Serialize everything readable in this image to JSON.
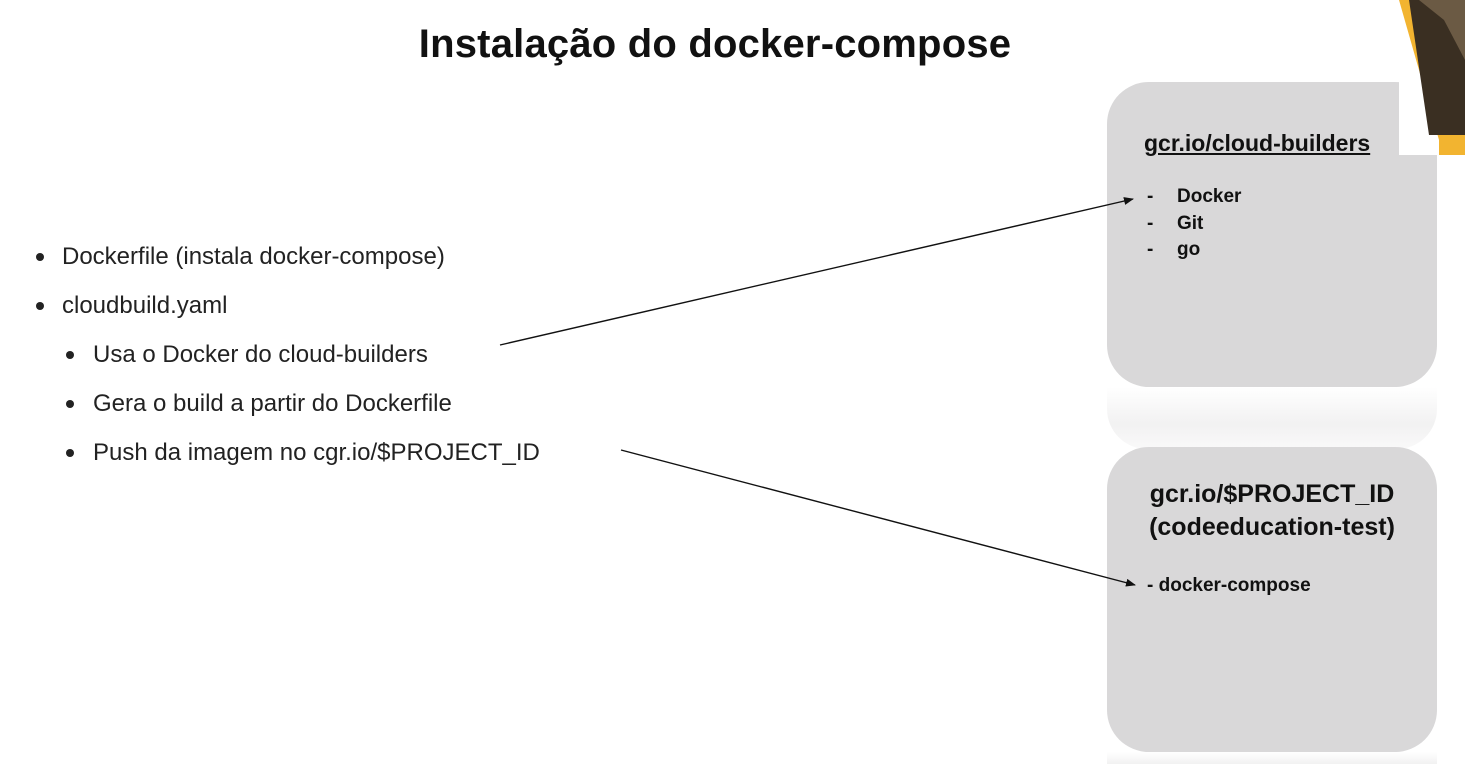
{
  "slide": {
    "title": "Instalação do docker-compose",
    "bullets": [
      {
        "level": 1,
        "text": "Dockerfile (instala docker-compose)"
      },
      {
        "level": 1,
        "text": "cloudbuild.yaml"
      },
      {
        "level": 2,
        "text": "Usa o Docker do cloud-builders"
      },
      {
        "level": 2,
        "text": "Gera o build a partir do Dockerfile"
      },
      {
        "level": 2,
        "text": "Push da imagem no cgr.io/$PROJECT_ID"
      }
    ],
    "box_cloud_builders": {
      "title": "gcr.io/cloud-builders",
      "items": [
        {
          "marker": "-",
          "text": "Docker"
        },
        {
          "marker": "-",
          "text": "Git"
        },
        {
          "marker": "-",
          "text": "go"
        }
      ]
    },
    "box_project": {
      "title_line1": "gcr.io/$PROJECT_ID",
      "title_line2": "(codeeducation-test)",
      "item": "- docker-compose"
    },
    "colors": {
      "box_fill": "#d9d8d9",
      "accent_corner": "#f2b430",
      "text": "#111111"
    }
  }
}
